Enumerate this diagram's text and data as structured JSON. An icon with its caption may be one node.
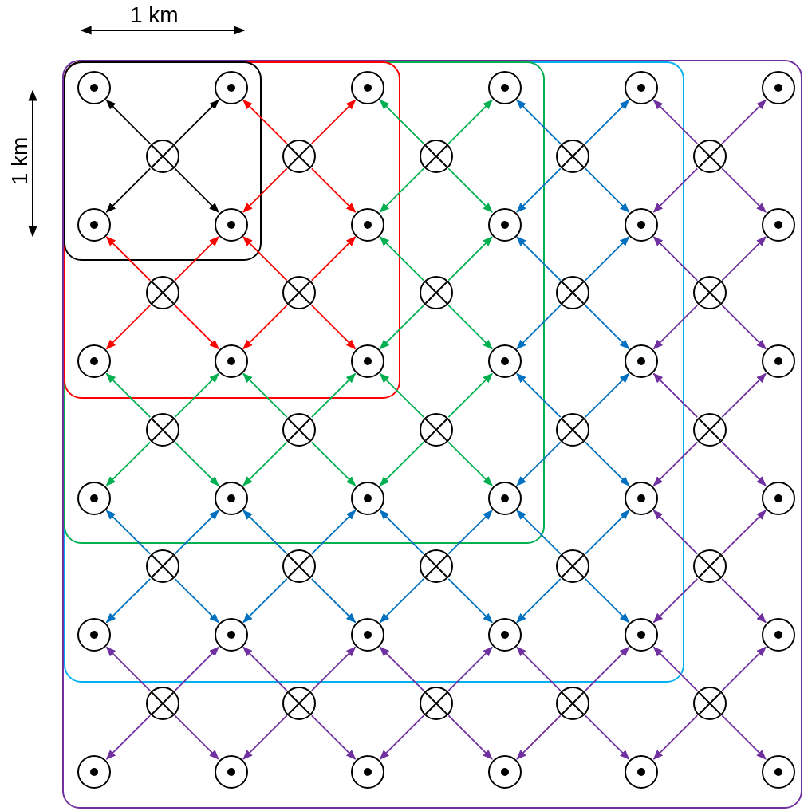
{
  "diagram": {
    "nodes": [
      {
        "text": [],
        "shape": "box"
      },
      {
        "text": [],
        "shape": "box",
        "in": 0
      },
      {
        "text": [],
        "shape": "box",
        "in": 1
      },
      {
        "text": [],
        "shape": "box",
        "in": 2
      },
      {
        "text": [],
        "shape": "box",
        "in": 3
      },
      {
        "text": [],
        "shape": "circle",
        "in": 4
      },
      {
        "text": [],
        "shape": "circle",
        "in": 4
      },
      {
        "text": [],
        "shape": "circle",
        "in": 3
      },
      {
        "text": [],
        "shape": "circle",
        "in": 2
      },
      {
        "text": [],
        "shape": "circle",
        "in": 1
      },
      {
        "text": [],
        "shape": "circle",
        "in": 0
      },
      {
        "text": [],
        "shape": "cross",
        "in": 4
      },
      {
        "text": [],
        "shape": "cross",
        "in": 3
      },
      {
        "text": [],
        "shape": "cross",
        "in": 2
      },
      {
        "text": [],
        "shape": "cross",
        "in": 1
      },
      {
        "text": [],
        "shape": "cross",
        "in": 0
      },
      {
        "text": [],
        "shape": "circle",
        "in": 4
      },
      {
        "text": [],
        "shape": "circle",
        "in": 4
      },
      {
        "text": [],
        "shape": "circle",
        "in": 3
      },
      {
        "text": [],
        "shape": "circle",
        "in": 2
      },
      {
        "text": [],
        "shape": "circle",
        "in": 1
      },
      {
        "text": [],
        "shape": "circle",
        "in": 0
      },
      {
        "text": [],
        "shape": "cross",
        "in": 3
      },
      {
        "text": [],
        "shape": "cross",
        "in": 3
      },
      {
        "text": [],
        "shape": "cross",
        "in": 2
      },
      {
        "text": [],
        "shape": "cross",
        "in": 1
      },
      {
        "text": [],
        "shape": "cross",
        "in": 0
      },
      {
        "text": [],
        "shape": "circle",
        "in": 3
      },
      {
        "text": [],
        "shape": "circle",
        "in": 3
      },
      {
        "text": [],
        "shape": "circle",
        "in": 3
      },
      {
        "text": [],
        "shape": "circle",
        "in": 2
      },
      {
        "text": [],
        "shape": "circle",
        "in": 1
      },
      {
        "text": [],
        "shape": "circle",
        "in": 0
      },
      {
        "text": [],
        "shape": "cross",
        "in": 2
      },
      {
        "text": [],
        "shape": "cross",
        "in": 2
      },
      {
        "text": [],
        "shape": "cross",
        "in": 2
      },
      {
        "text": [],
        "shape": "cross",
        "in": 1
      },
      {
        "text": [],
        "shape": "cross",
        "in": 0
      },
      {
        "text": [],
        "shape": "circle",
        "in": 2
      },
      {
        "text": [],
        "shape": "circle",
        "in": 2
      },
      {
        "text": [],
        "shape": "circle",
        "in": 2
      },
      {
        "text": [],
        "shape": "circle",
        "in": 2
      },
      {
        "text": [],
        "shape": "circle",
        "in": 1
      },
      {
        "text": [],
        "shape": "circle",
        "in": 0
      },
      {
        "text": [],
        "shape": "cross",
        "in": 1
      },
      {
        "text": [],
        "shape": "cross",
        "in": 1
      },
      {
        "text": [],
        "shape": "cross",
        "in": 1
      },
      {
        "text": [],
        "shape": "cross",
        "in": 1
      },
      {
        "text": [],
        "shape": "cross",
        "in": 0
      },
      {
        "text": [],
        "shape": "circle",
        "in": 1
      },
      {
        "text": [],
        "shape": "circle",
        "in": 1
      },
      {
        "text": [],
        "shape": "circle",
        "in": 1
      },
      {
        "text": [],
        "shape": "circle",
        "in": 1
      },
      {
        "text": [],
        "shape": "circle",
        "in": 1
      },
      {
        "text": [],
        "shape": "circle",
        "in": 0
      },
      {
        "text": [],
        "shape": "cross",
        "in": 0
      },
      {
        "text": [],
        "shape": "cross",
        "in": 0
      },
      {
        "text": [],
        "shape": "cross",
        "in": 0
      },
      {
        "text": [],
        "shape": "cross",
        "in": 0
      },
      {
        "text": [],
        "shape": "cross",
        "in": 0
      },
      {
        "text": [],
        "shape": "circle",
        "in": 0
      },
      {
        "text": [],
        "shape": "circle",
        "in": 0
      },
      {
        "text": [],
        "shape": "circle",
        "in": 0
      },
      {
        "text": [],
        "shape": "circle",
        "in": 0
      },
      {
        "text": [],
        "shape": "circle",
        "in": 0
      },
      {
        "text": [],
        "shape": "circle",
        "in": 0
      }
    ],
    "edges": [
      {
        "from": 11,
        "to": 5,
        "arrow": "to",
        "color": "#000000"
      },
      {
        "from": 11,
        "to": 6,
        "arrow": "to",
        "color": "#000000"
      },
      {
        "from": 11,
        "to": 16,
        "arrow": "to",
        "color": "#000000"
      },
      {
        "from": 11,
        "to": 17,
        "arrow": "to",
        "color": "#000000"
      },
      {
        "from": 12,
        "to": 6,
        "arrow": "to",
        "color": "#ff0000"
      },
      {
        "from": 12,
        "to": 7,
        "arrow": "to",
        "color": "#ff0000"
      },
      {
        "from": 12,
        "to": 17,
        "arrow": "to",
        "color": "#ff0000"
      },
      {
        "from": 12,
        "to": 18,
        "arrow": "to",
        "color": "#ff0000"
      },
      {
        "from": 13,
        "to": 7,
        "arrow": "to",
        "color": "#00b050"
      },
      {
        "from": 13,
        "to": 8,
        "arrow": "to",
        "color": "#00b050"
      },
      {
        "from": 13,
        "to": 18,
        "arrow": "to",
        "color": "#00b050"
      },
      {
        "from": 13,
        "to": 19,
        "arrow": "to",
        "color": "#00b050"
      },
      {
        "from": 14,
        "to": 8,
        "arrow": "to",
        "color": "#0070c0"
      },
      {
        "from": 14,
        "to": 9,
        "arrow": "to",
        "color": "#0070c0"
      },
      {
        "from": 14,
        "to": 19,
        "arrow": "to",
        "color": "#0070c0"
      },
      {
        "from": 14,
        "to": 20,
        "arrow": "to",
        "color": "#0070c0"
      },
      {
        "from": 15,
        "to": 9,
        "arrow": "to",
        "color": "#7030a0"
      },
      {
        "from": 15,
        "to": 10,
        "arrow": "to",
        "color": "#7030a0"
      },
      {
        "from": 15,
        "to": 20,
        "arrow": "to",
        "color": "#7030a0"
      },
      {
        "from": 15,
        "to": 21,
        "arrow": "to",
        "color": "#7030a0"
      },
      {
        "from": 22,
        "to": 16,
        "arrow": "to",
        "color": "#ff0000"
      },
      {
        "from": 22,
        "to": 17,
        "arrow": "to",
        "color": "#ff0000"
      },
      {
        "from": 22,
        "to": 27,
        "arrow": "to",
        "color": "#ff0000"
      },
      {
        "from": 22,
        "to": 28,
        "arrow": "to",
        "color": "#ff0000"
      },
      {
        "from": 23,
        "to": 17,
        "arrow": "to",
        "color": "#ff0000"
      },
      {
        "from": 23,
        "to": 18,
        "arrow": "to",
        "color": "#ff0000"
      },
      {
        "from": 23,
        "to": 28,
        "arrow": "to",
        "color": "#ff0000"
      },
      {
        "from": 23,
        "to": 29,
        "arrow": "to",
        "color": "#ff0000"
      },
      {
        "from": 24,
        "to": 18,
        "arrow": "to",
        "color": "#00b050"
      },
      {
        "from": 24,
        "to": 19,
        "arrow": "to",
        "color": "#00b050"
      },
      {
        "from": 24,
        "to": 29,
        "arrow": "to",
        "color": "#00b050"
      },
      {
        "from": 24,
        "to": 30,
        "arrow": "to",
        "color": "#00b050"
      },
      {
        "from": 25,
        "to": 19,
        "arrow": "to",
        "color": "#0070c0"
      },
      {
        "from": 25,
        "to": 20,
        "arrow": "to",
        "color": "#0070c0"
      },
      {
        "from": 25,
        "to": 30,
        "arrow": "to",
        "color": "#0070c0"
      },
      {
        "from": 25,
        "to": 31,
        "arrow": "to",
        "color": "#0070c0"
      },
      {
        "from": 26,
        "to": 20,
        "arrow": "to",
        "color": "#7030a0"
      },
      {
        "from": 26,
        "to": 21,
        "arrow": "to",
        "color": "#7030a0"
      },
      {
        "from": 26,
        "to": 31,
        "arrow": "to",
        "color": "#7030a0"
      },
      {
        "from": 26,
        "to": 32,
        "arrow": "to",
        "color": "#7030a0"
      },
      {
        "from": 33,
        "to": 27,
        "arrow": "to",
        "color": "#00b050"
      },
      {
        "from": 33,
        "to": 28,
        "arrow": "to",
        "color": "#00b050"
      },
      {
        "from": 33,
        "to": 38,
        "arrow": "to",
        "color": "#00b050"
      },
      {
        "from": 33,
        "to": 39,
        "arrow": "to",
        "color": "#00b050"
      },
      {
        "from": 34,
        "to": 28,
        "arrow": "to",
        "color": "#00b050"
      },
      {
        "from": 34,
        "to": 29,
        "arrow": "to",
        "color": "#00b050"
      },
      {
        "from": 34,
        "to": 39,
        "arrow": "to",
        "color": "#00b050"
      },
      {
        "from": 34,
        "to": 40,
        "arrow": "to",
        "color": "#00b050"
      },
      {
        "from": 35,
        "to": 29,
        "arrow": "to",
        "color": "#00b050"
      },
      {
        "from": 35,
        "to": 30,
        "arrow": "to",
        "color": "#00b050"
      },
      {
        "from": 35,
        "to": 40,
        "arrow": "to",
        "color": "#00b050"
      },
      {
        "from": 35,
        "to": 41,
        "arrow": "to",
        "color": "#00b050"
      },
      {
        "from": 36,
        "to": 30,
        "arrow": "to",
        "color": "#0070c0"
      },
      {
        "from": 36,
        "to": 31,
        "arrow": "to",
        "color": "#0070c0"
      },
      {
        "from": 36,
        "to": 41,
        "arrow": "to",
        "color": "#0070c0"
      },
      {
        "from": 36,
        "to": 42,
        "arrow": "to",
        "color": "#0070c0"
      },
      {
        "from": 37,
        "to": 31,
        "arrow": "to",
        "color": "#7030a0"
      },
      {
        "from": 37,
        "to": 32,
        "arrow": "to",
        "color": "#7030a0"
      },
      {
        "from": 37,
        "to": 42,
        "arrow": "to",
        "color": "#7030a0"
      },
      {
        "from": 37,
        "to": 43,
        "arrow": "to",
        "color": "#7030a0"
      },
      {
        "from": 44,
        "to": 38,
        "arrow": "to",
        "color": "#0070c0"
      },
      {
        "from": 44,
        "to": 39,
        "arrow": "to",
        "color": "#0070c0"
      },
      {
        "from": 44,
        "to": 49,
        "arrow": "to",
        "color": "#0070c0"
      },
      {
        "from": 44,
        "to": 50,
        "arrow": "to",
        "color": "#0070c0"
      },
      {
        "from": 45,
        "to": 39,
        "arrow": "to",
        "color": "#0070c0"
      },
      {
        "from": 45,
        "to": 40,
        "arrow": "to",
        "color": "#0070c0"
      },
      {
        "from": 45,
        "to": 50,
        "arrow": "to",
        "color": "#0070c0"
      },
      {
        "from": 45,
        "to": 51,
        "arrow": "to",
        "color": "#0070c0"
      },
      {
        "from": 46,
        "to": 40,
        "arrow": "to",
        "color": "#0070c0"
      },
      {
        "from": 46,
        "to": 41,
        "arrow": "to",
        "color": "#0070c0"
      },
      {
        "from": 46,
        "to": 51,
        "arrow": "to",
        "color": "#0070c0"
      },
      {
        "from": 46,
        "to": 52,
        "arrow": "to",
        "color": "#0070c0"
      },
      {
        "from": 47,
        "to": 41,
        "arrow": "to",
        "color": "#0070c0"
      },
      {
        "from": 47,
        "to": 42,
        "arrow": "to",
        "color": "#0070c0"
      },
      {
        "from": 47,
        "to": 52,
        "arrow": "to",
        "color": "#0070c0"
      },
      {
        "from": 47,
        "to": 53,
        "arrow": "to",
        "color": "#0070c0"
      },
      {
        "from": 48,
        "to": 42,
        "arrow": "to",
        "color": "#7030a0"
      },
      {
        "from": 48,
        "to": 43,
        "arrow": "to",
        "color": "#7030a0"
      },
      {
        "from": 48,
        "to": 53,
        "arrow": "to",
        "color": "#7030a0"
      },
      {
        "from": 48,
        "to": 54,
        "arrow": "to",
        "color": "#7030a0"
      },
      {
        "from": 55,
        "to": 49,
        "arrow": "to",
        "color": "#7030a0"
      },
      {
        "from": 55,
        "to": 50,
        "arrow": "to",
        "color": "#7030a0"
      },
      {
        "from": 55,
        "to": 60,
        "arrow": "to",
        "color": "#7030a0"
      },
      {
        "from": 55,
        "to": 61,
        "arrow": "to",
        "color": "#7030a0"
      },
      {
        "from": 56,
        "to": 50,
        "arrow": "to",
        "color": "#7030a0"
      },
      {
        "from": 56,
        "to": 51,
        "arrow": "to",
        "color": "#7030a0"
      },
      {
        "from": 56,
        "to": 61,
        "arrow": "to",
        "color": "#7030a0"
      },
      {
        "from": 56,
        "to": 62,
        "arrow": "to",
        "color": "#7030a0"
      },
      {
        "from": 57,
        "to": 51,
        "arrow": "to",
        "color": "#7030a0"
      },
      {
        "from": 57,
        "to": 52,
        "arrow": "to",
        "color": "#7030a0"
      },
      {
        "from": 57,
        "to": 62,
        "arrow": "to",
        "color": "#7030a0"
      },
      {
        "from": 57,
        "to": 63,
        "arrow": "to",
        "color": "#7030a0"
      },
      {
        "from": 58,
        "to": 52,
        "arrow": "to",
        "color": "#7030a0"
      },
      {
        "from": 58,
        "to": 53,
        "arrow": "to",
        "color": "#7030a0"
      },
      {
        "from": 58,
        "to": 63,
        "arrow": "to",
        "color": "#7030a0"
      },
      {
        "from": 58,
        "to": 64,
        "arrow": "to",
        "color": "#7030a0"
      },
      {
        "from": 59,
        "to": 53,
        "arrow": "to",
        "color": "#7030a0"
      },
      {
        "from": 59,
        "to": 54,
        "arrow": "to",
        "color": "#7030a0"
      },
      {
        "from": 59,
        "to": 64,
        "arrow": "to",
        "color": "#7030a0"
      },
      {
        "from": 59,
        "to": 65,
        "arrow": "to",
        "color": "#7030a0"
      }
    ],
    "labels": [
      "1 km",
      "1 km"
    ]
  }
}
